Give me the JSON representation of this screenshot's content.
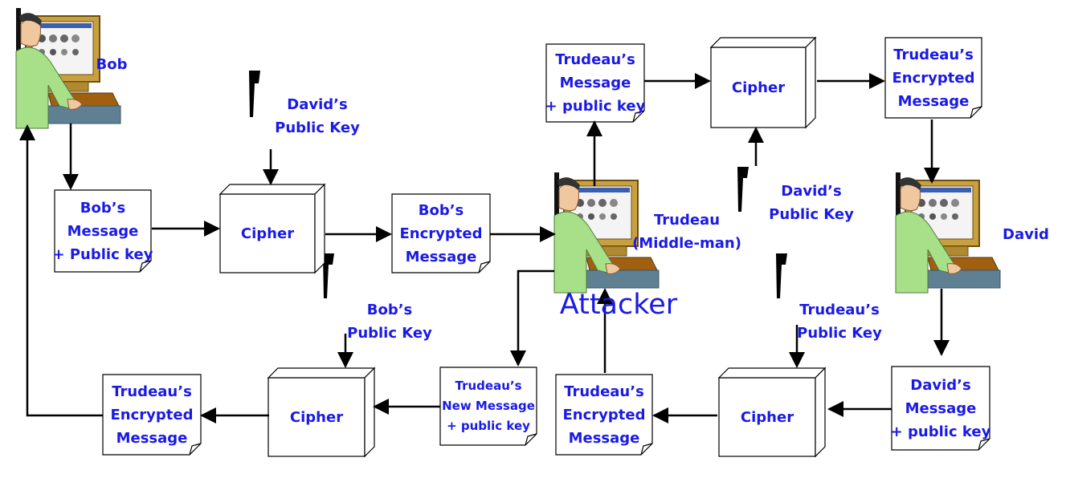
{
  "computers": {
    "bob": {
      "label": "Bob"
    },
    "attacker": {
      "label_lines": [
        "Trudeau",
        "(Middle-man)"
      ],
      "caption": "Attacker"
    },
    "david": {
      "label": "David"
    }
  },
  "keys": {
    "david_key": [
      "David’s",
      "Public Key"
    ],
    "david_key_top": [
      "David’s",
      "Public Key"
    ],
    "trudeau_key": [
      "Trudeau’s",
      "Public Key"
    ],
    "bob_key": [
      "Bob’s",
      "Public Key"
    ]
  },
  "documents": {
    "bob_message": [
      "Bob’s",
      "Message",
      "+ Public key"
    ],
    "bob_encrypted": [
      "Bob’s",
      "Encrypted",
      "Message"
    ],
    "trudeau_message": [
      "Trudeau’s",
      "Message",
      "+ public key"
    ],
    "trudeau_encrypted_top": [
      "Trudeau’s",
      "Encrypted",
      "Message"
    ],
    "david_message": [
      "David’s",
      "Message",
      "+ public key"
    ],
    "trudeau_encrypted_mid": [
      "Trudeau’s",
      "Encrypted",
      "Message"
    ],
    "trudeau_new_message": [
      "Trudeau’s",
      "New Message",
      "+ public key"
    ],
    "trudeau_encrypted_bottom": [
      "Trudeau’s",
      "Encrypted",
      "Message"
    ]
  },
  "ciphers": {
    "cipher_1": "Cipher",
    "cipher_2": "Cipher",
    "cipher_3": "Cipher",
    "cipher_4": "Cipher"
  },
  "colors": {
    "text": "#1a1ae6",
    "line": "#000000",
    "monitor": "#b8860b",
    "shirt": "#a8e08a",
    "desk": "#5f7f92"
  }
}
